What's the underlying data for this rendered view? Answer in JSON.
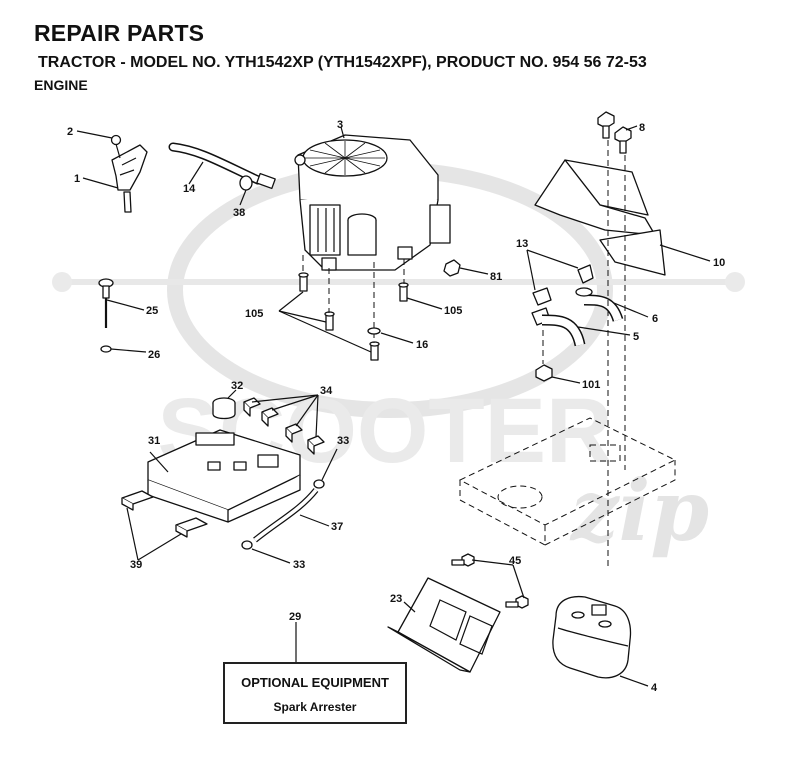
{
  "header": {
    "title": "REPAIR PARTS",
    "subtitle": "TRACTOR - MODEL NO. YTH1542XP (YTH1542XPF), PRODUCT NO. 954 56 72-53",
    "section": "ENGINE"
  },
  "callouts": {
    "c1": "1",
    "c2": "2",
    "c3": "3",
    "c4": "4",
    "c5": "5",
    "c6": "6",
    "c8": "8",
    "c10": "10",
    "c13": "13",
    "c14": "14",
    "c16": "16",
    "c23": "23",
    "c25": "25",
    "c26": "26",
    "c29": "29",
    "c31": "31",
    "c32": "32",
    "c33a": "33",
    "c33b": "33",
    "c34": "34",
    "c37": "37",
    "c38": "38",
    "c39": "39",
    "c45": "45",
    "c81": "81",
    "c101": "101",
    "c105a": "105",
    "c105b": "105"
  },
  "optional_box": {
    "title": "OPTIONAL EQUIPMENT",
    "item": "Spark Arrester"
  },
  "watermark": {
    "text": "SCOOTER",
    "script": "zip"
  }
}
